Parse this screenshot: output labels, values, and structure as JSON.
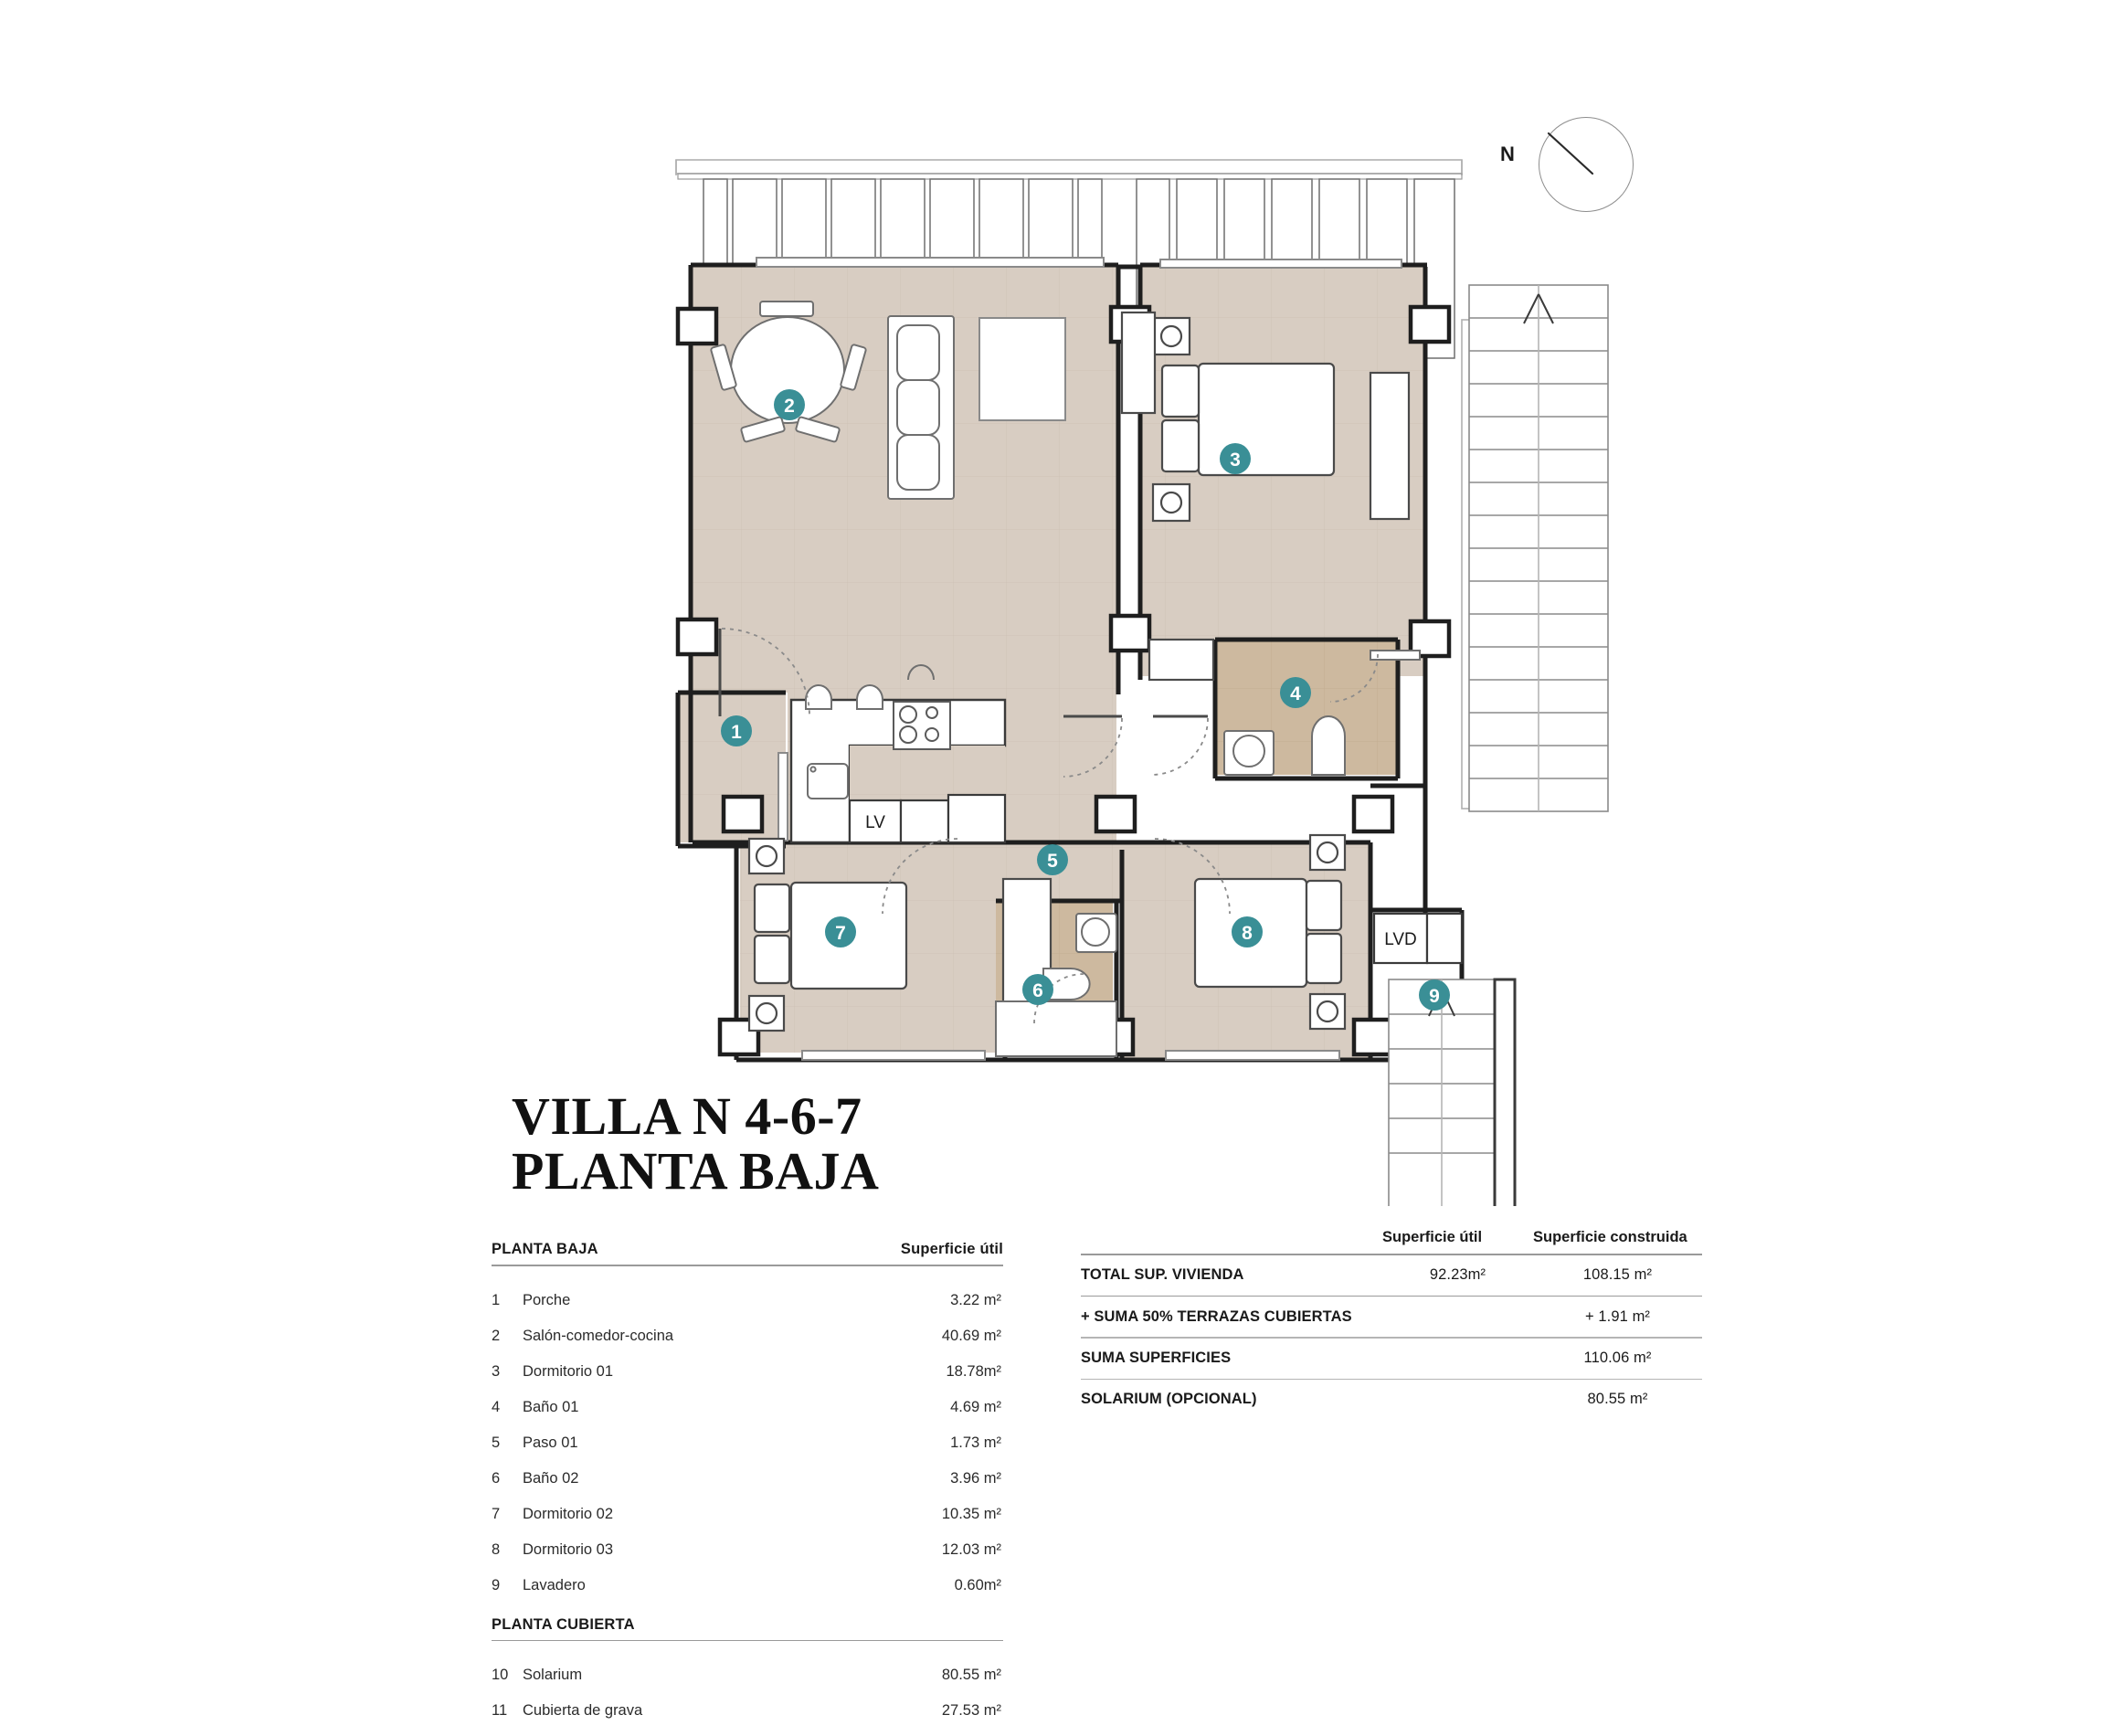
{
  "compass": {
    "north_label": "N"
  },
  "title": {
    "line1": "VILLA N 4-6-7",
    "line2": "PLANTA BAJA"
  },
  "colors": {
    "marker_teal": "#3a8f96",
    "floor_beige": "#d8cdc2",
    "floor_bath": "#cdb99f",
    "wall_dark": "#1e1e1e",
    "rule_gray": "#9a9a9a"
  },
  "plan_labels": {
    "dishwasher": "LV",
    "laundry_machine": "LVD"
  },
  "plan_markers": [
    {
      "n": "1",
      "room": "Porche"
    },
    {
      "n": "2",
      "room": "Salón-comedor-cocina"
    },
    {
      "n": "3",
      "room": "Dormitorio 01"
    },
    {
      "n": "4",
      "room": "Baño 01"
    },
    {
      "n": "5",
      "room": "Paso 01"
    },
    {
      "n": "6",
      "room": "Baño 02"
    },
    {
      "n": "7",
      "room": "Dormitorio 02"
    },
    {
      "n": "8",
      "room": "Dormitorio 03"
    },
    {
      "n": "9",
      "room": "Lavadero"
    }
  ],
  "left_table": {
    "section1_title": "PLANTA BAJA",
    "area_column_header": "Superficie útil",
    "rows": [
      {
        "num": "1",
        "name": "Porche",
        "area": "3.22 m²"
      },
      {
        "num": "2",
        "name": "Salón-comedor-cocina",
        "area": "40.69 m²"
      },
      {
        "num": "3",
        "name": "Dormitorio 01",
        "area": "18.78m²"
      },
      {
        "num": "4",
        "name": "Baño 01",
        "area": "4.69 m²"
      },
      {
        "num": "5",
        "name": "Paso 01",
        "area": "1.73 m²"
      },
      {
        "num": "6",
        "name": "Baño 02",
        "area": "3.96 m²"
      },
      {
        "num": "7",
        "name": "Dormitorio 02",
        "area": "10.35 m²"
      },
      {
        "num": "8",
        "name": "Dormitorio 03",
        "area": "12.03 m²"
      },
      {
        "num": "9",
        "name": "Lavadero",
        "area": "0.60m²"
      }
    ],
    "section2_title": "PLANTA CUBIERTA",
    "rows2": [
      {
        "num": "10",
        "name": "Solarium",
        "area": "80.55 m²"
      },
      {
        "num": "11",
        "name": "Cubierta de grava",
        "area": "27.53 m²"
      }
    ]
  },
  "right_table": {
    "col_util": "Superficie útil",
    "col_construida": "Superficie construida",
    "rows": [
      {
        "label": "TOTAL SUP. VIVIENDA",
        "util": "92.23m²",
        "construida": "108.15 m²"
      },
      {
        "label": "+ SUMA 50% TERRAZAS CUBIERTAS",
        "util": "",
        "construida": "+ 1.91 m²"
      },
      {
        "label": "SUMA SUPERFICIES",
        "util": "",
        "construida": "110.06 m²"
      },
      {
        "label": "SOLARIUM (OPCIONAL)",
        "util": "",
        "construida": "80.55 m²"
      }
    ]
  }
}
